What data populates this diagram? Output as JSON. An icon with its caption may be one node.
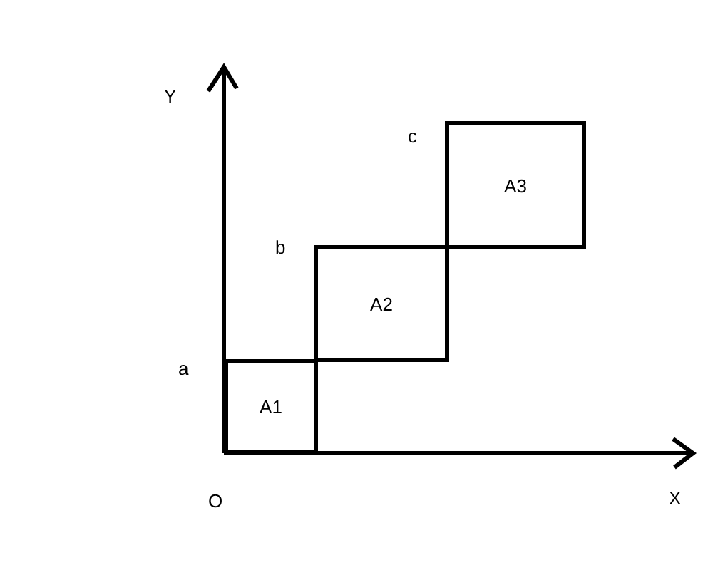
{
  "diagram": {
    "nodes": [
      {
        "text": [
          "A1"
        ]
      },
      {
        "text": [
          "A2"
        ]
      },
      {
        "text": [
          "A3"
        ]
      }
    ],
    "labels": [
      "Y",
      "c",
      "b",
      "a",
      "O",
      "X"
    ]
  }
}
